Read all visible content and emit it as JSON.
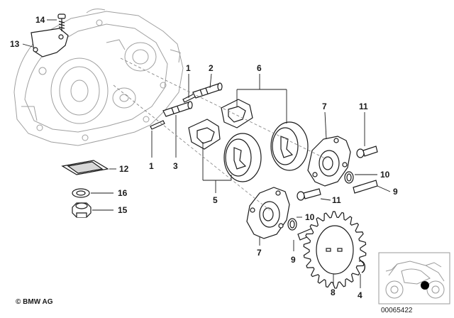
{
  "diagram": {
    "callouts": {
      "c1a": "1",
      "c1b": "1",
      "c2": "2",
      "c3": "3",
      "c4": "4",
      "c5": "5",
      "c6": "6",
      "c7a": "7",
      "c7b": "7",
      "c8": "8",
      "c9a": "9",
      "c9b": "9",
      "c10a": "10",
      "c10b": "10",
      "c11a": "11",
      "c11b": "11",
      "c12": "12",
      "c13": "13",
      "c14": "14",
      "c15": "15",
      "c16": "16"
    },
    "copyright": "© BMW AG",
    "part_number": "00065422"
  },
  "colors": {
    "line": "#1a1a1a",
    "ghost": "#9a9a9a",
    "fill": "#ffffff"
  }
}
